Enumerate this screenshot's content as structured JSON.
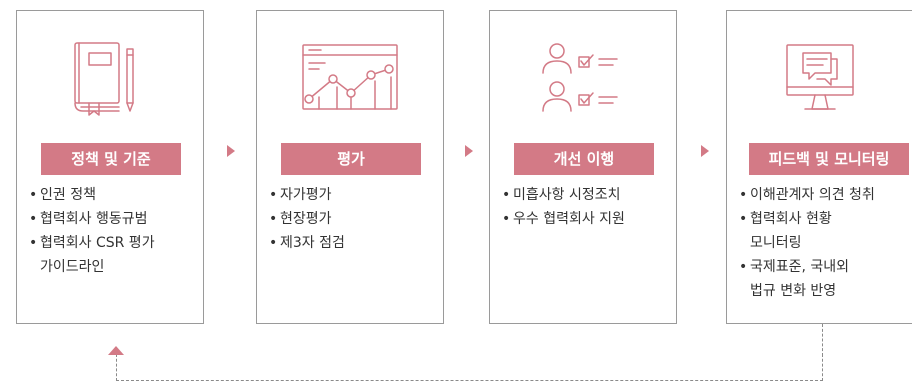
{
  "steps": [
    {
      "title": "정책 및 기준",
      "icon": "policy-book-icon",
      "items": [
        "인권 정책",
        "협력회사 행동규범",
        "협력회사 CSR 평가\n가이드라인"
      ]
    },
    {
      "title": "평가",
      "icon": "evaluation-chart-icon",
      "items": [
        "자가평가",
        "현장평가",
        "제3자 점검"
      ]
    },
    {
      "title": "개선 이행",
      "icon": "improvement-checklist-icon",
      "items": [
        "미흡사항 시정조치",
        "우수 협력회사 지원"
      ]
    },
    {
      "title": "피드백 및 모니터링",
      "icon": "feedback-monitor-icon",
      "items": [
        "이해관계자 의견 청취",
        "협력회사 현황\n모니터링",
        "국제표준, 국내외\n법규 변화 반영"
      ]
    }
  ],
  "colors": {
    "accent": "#d37a86",
    "border": "#9a9a9a",
    "text": "#333333"
  }
}
